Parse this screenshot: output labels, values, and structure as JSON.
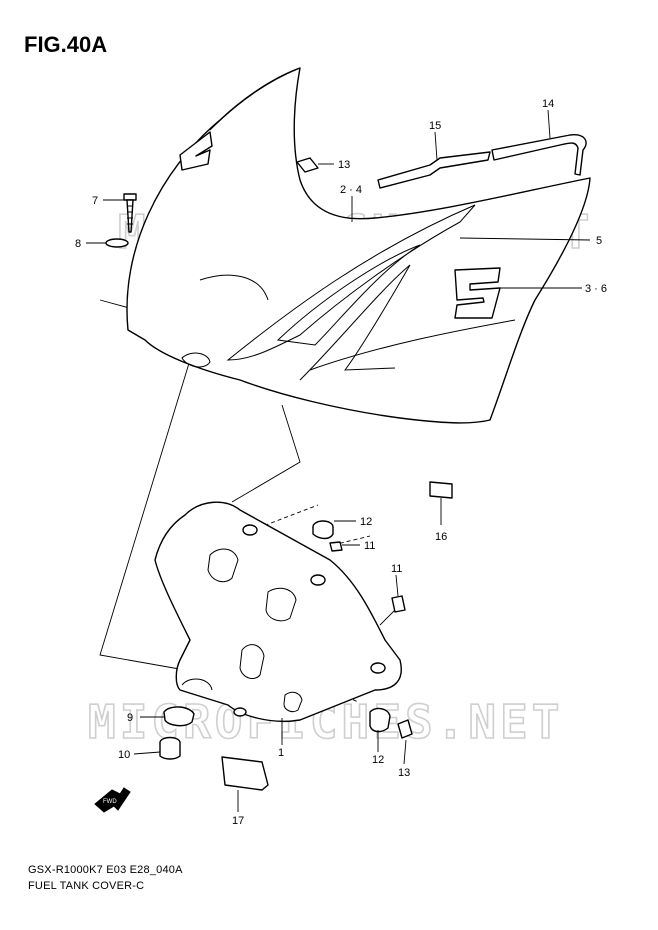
{
  "figure": {
    "title": "FIG.40A",
    "model_code": "GSX-R1000K7 E03 E28_040A",
    "caption": "FUEL TANK COVER-C"
  },
  "watermarks": [
    "MICROFICHES.NET",
    "MICROFICHES.NET"
  ],
  "callouts": {
    "c7": "7",
    "c8": "8",
    "c13a": "13",
    "c15": "15",
    "c14": "14",
    "c24": "2 · 4",
    "c5": "5",
    "c36": "3 · 6",
    "c16": "16",
    "c12a": "12",
    "c11a": "11",
    "c11b": "11",
    "c9": "9",
    "c10": "10",
    "c1": "1",
    "c12b": "12",
    "c13b": "13",
    "c17": "17"
  },
  "fwd_label": "FWD"
}
